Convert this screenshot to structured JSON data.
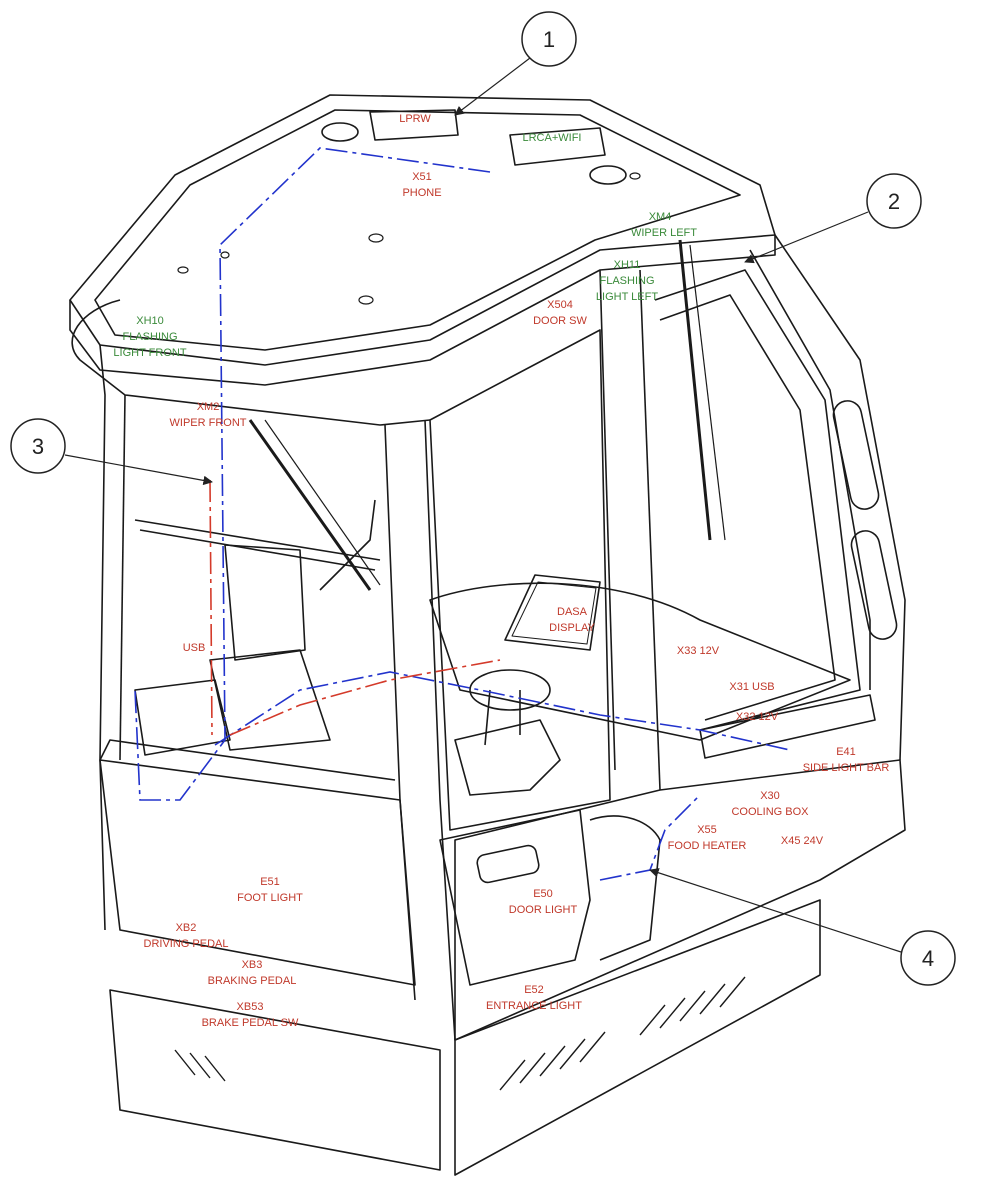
{
  "callouts": {
    "c1": "1",
    "c2": "2",
    "c3": "3",
    "c4": "4"
  },
  "labels": {
    "lprw": "LPRW",
    "lrca": "LRCA+WIFI",
    "x51": "X51",
    "phone": "PHONE",
    "xm4": "XM4",
    "wiper_left": "WIPER LEFT",
    "xh11": "XH11",
    "flashing_right": "FLASHING",
    "flashing_right_2": "LIGHT LEFT",
    "x504": "X504",
    "door_sw": "DOOR SW",
    "xh10": "XH10",
    "flashing_front": "FLASHING",
    "light_front": "LIGHT FRONT",
    "xm2": "XM2",
    "wiper_front": "WIPER FRONT",
    "usb": "USB",
    "dasa": "DASA",
    "display": "DISPLAY",
    "x33": "X33 12V",
    "x31": "X31 USB",
    "x32": "X32 12V",
    "e41": "E41",
    "side_light_bar": "SIDE LIGHT BAR",
    "x30": "X30",
    "cooling_box": "COOLING BOX",
    "x55": "X55",
    "food_heater": "FOOD HEATER",
    "x45": "X45 24V",
    "e51": "E51",
    "foot_light": "FOOT LIGHT",
    "e50": "E50",
    "door_light": "DOOR LIGHT",
    "xb2": "XB2",
    "driving_pedal": "DRIVING PEDAL",
    "xb3": "XB3",
    "braking_pedal": "BRAKING PEDAL",
    "xb53": "XB53",
    "brake_pedal_sw": "BRAKE PEDAL SW",
    "e52": "E52",
    "entrance_light": "ENTRANCE LIGHT"
  },
  "colors": {
    "line": "#1a1a1a",
    "wire_blue": "#2233cc",
    "wire_red": "#d43a2a",
    "label_red": "#c0392b",
    "label_green": "#3a8a3a"
  }
}
